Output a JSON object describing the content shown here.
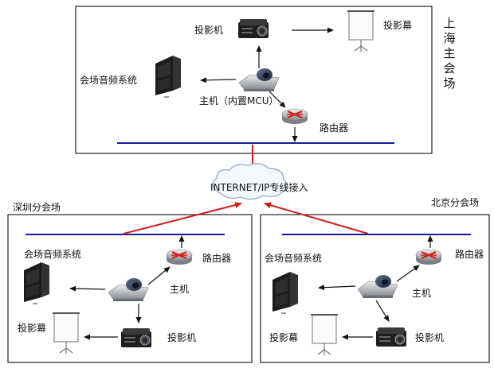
{
  "sites": {
    "shanghai": {
      "name_chars": [
        "上",
        "海",
        "主",
        "会",
        "场"
      ],
      "projector": "投影机",
      "screen": "投影幕",
      "audio": "会场音频系统",
      "host": "主机（内置MCU）",
      "router": "路由器"
    },
    "shenzhen": {
      "name": "深圳分会场",
      "audio": "会场音频系统",
      "router": "路由器",
      "host": "主机",
      "screen": "投影幕",
      "projector": "投影机"
    },
    "beijing": {
      "name": "北京分会场",
      "audio": "会场音频系统",
      "router": "路由器",
      "host": "主机",
      "screen": "投影幕",
      "projector": "投影机"
    }
  },
  "network": {
    "cloud_label": "INTERNET/IP专线接入"
  },
  "colors": {
    "bus_line": "#1a1aa0",
    "wan_link": "#cc2020",
    "arrow": "#111111"
  },
  "icons": {
    "projector": "projector-icon",
    "screen": "projection-screen-icon",
    "speaker": "speaker-icon",
    "router": "router-icon",
    "codec": "video-codec-icon",
    "cloud": "cloud-icon"
  }
}
